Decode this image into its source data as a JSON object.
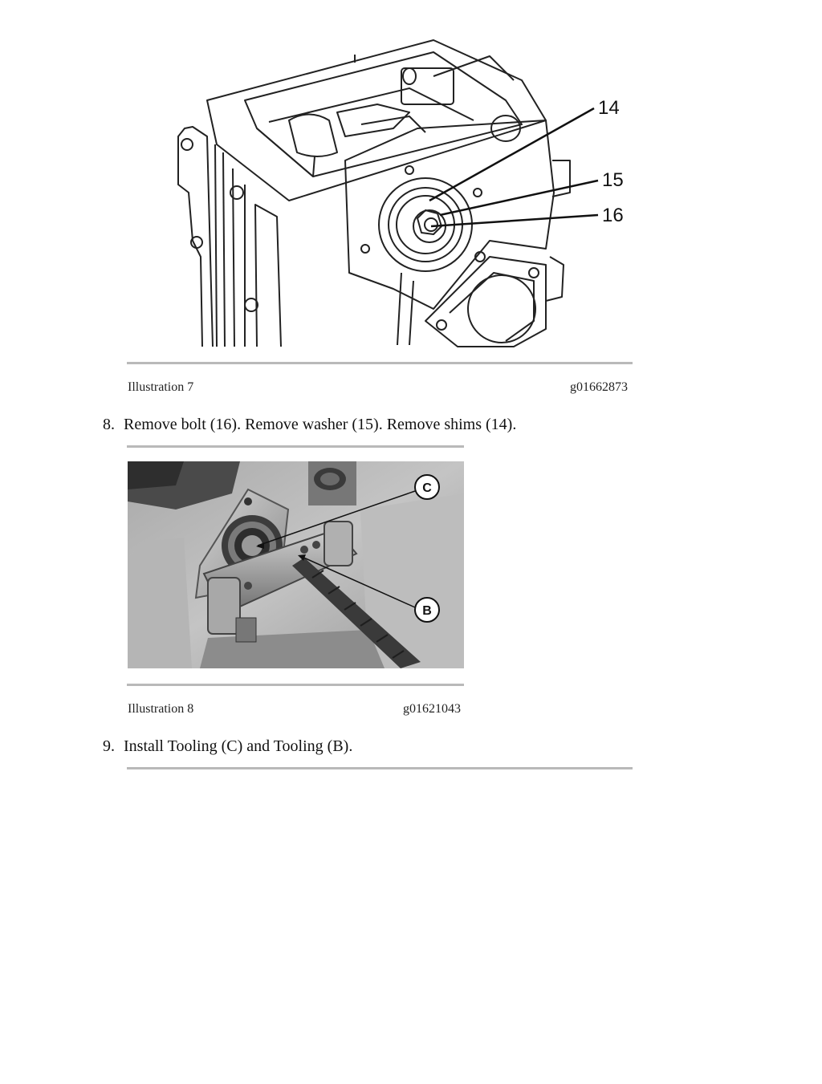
{
  "figure1": {
    "callouts": [
      "14",
      "15",
      "16"
    ],
    "caption_label": "Illustration 7",
    "caption_code": "g01662873"
  },
  "step8": {
    "number": "8.",
    "text": "Remove bolt (16). Remove washer (15). Remove shims (14)."
  },
  "figure2": {
    "callouts": [
      "C",
      "B"
    ],
    "caption_label": "Illustration 8",
    "caption_code": "g01621043"
  },
  "step9": {
    "number": "9.",
    "text": "Install Tooling (C) and Tooling (B)."
  }
}
